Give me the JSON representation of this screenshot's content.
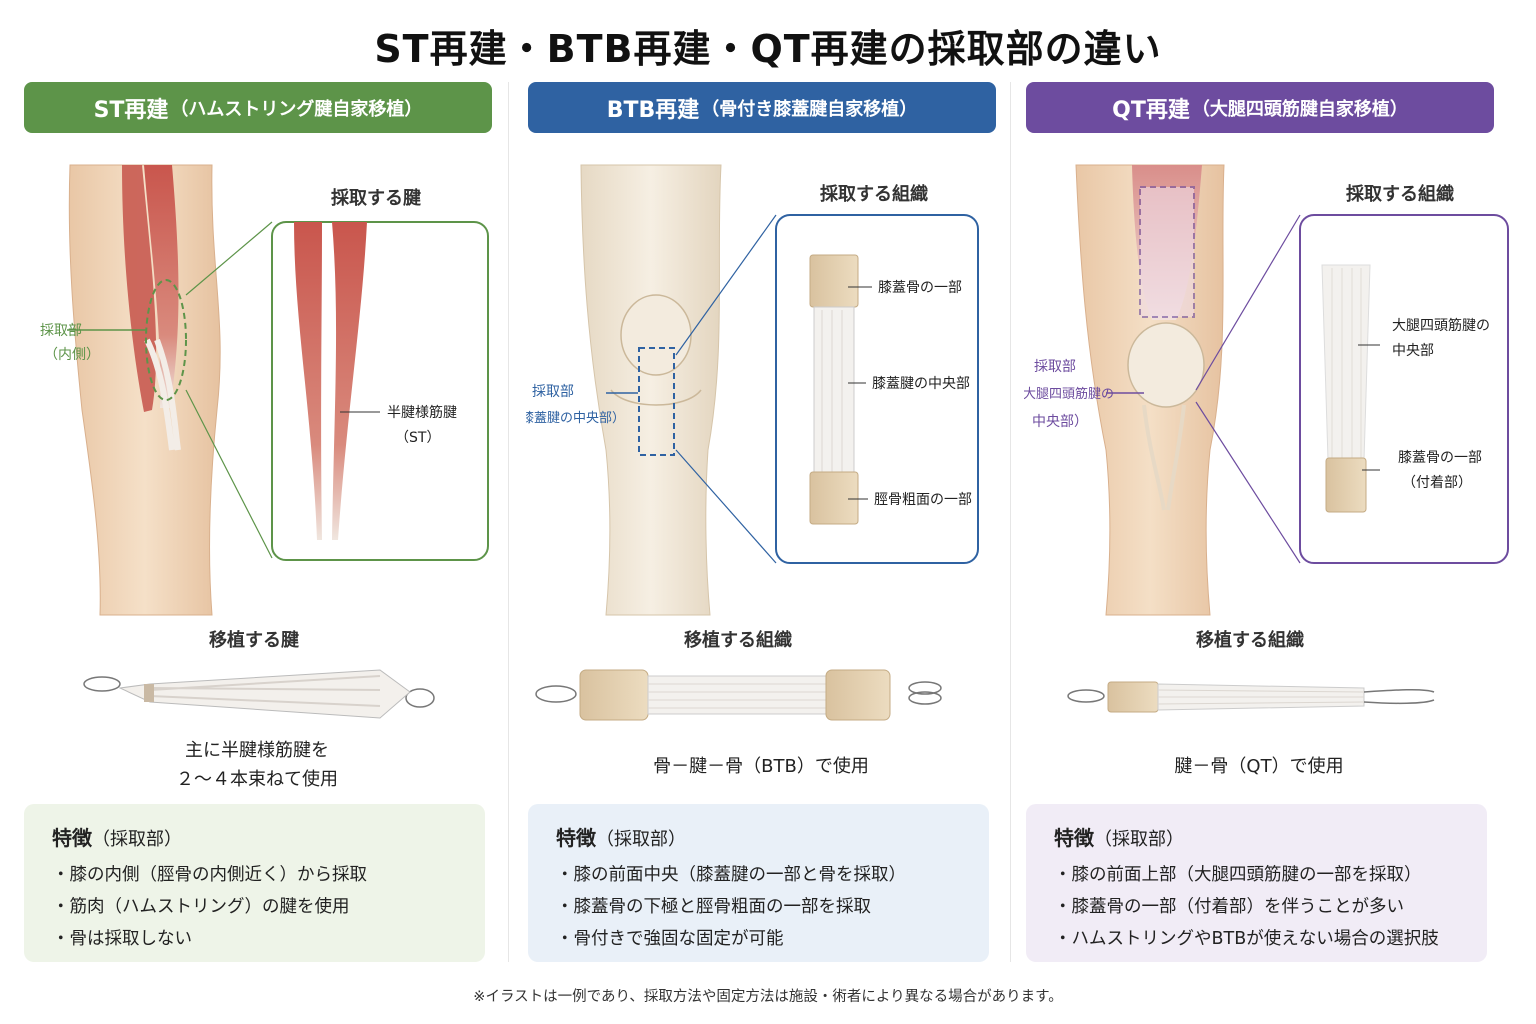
{
  "title": "ST再建・BTB再建・QT再建の採取部の違い",
  "columns": [
    {
      "header_main": "ST再建",
      "header_sub": "（ハムストリング腱自家移植）",
      "color": "#5d9449",
      "harvest_site_label": [
        "採取部",
        "（内側）"
      ],
      "inset_title": "採取する腱",
      "inset_labels": [
        "半腱様筋腱",
        "（ST）"
      ],
      "graft_title": "移植する腱",
      "graft_caption": [
        "主に半腱様筋腱を",
        "２〜４本束ねて使用"
      ],
      "features_title": "特徴",
      "features_sub": "（採取部）",
      "features": [
        "・膝の内側（脛骨の内側近く）から採取",
        "・筋肉（ハムストリング）の腱を使用",
        "・骨は採取しない"
      ]
    },
    {
      "header_main": "BTB再建",
      "header_sub": "（骨付き膝蓋腱自家移植）",
      "color": "#2f62a2",
      "harvest_site_label": [
        "採取部",
        "（膝蓋腱の中央部）"
      ],
      "inset_title": "採取する組織",
      "inset_labels": [
        "膝蓋骨の一部",
        "膝蓋腱の中央部",
        "脛骨粗面の一部"
      ],
      "graft_title": "移植する組織",
      "graft_caption": [
        "骨－腱－骨（BTB）で使用"
      ],
      "features_title": "特徴",
      "features_sub": "（採取部）",
      "features": [
        "・膝の前面中央（膝蓋腱の一部と骨を採取）",
        "・膝蓋骨の下極と脛骨粗面の一部を採取",
        "・骨付きで強固な固定が可能"
      ]
    },
    {
      "header_main": "QT再建",
      "header_sub": "（大腿四頭筋腱自家移植）",
      "color": "#6d4c9f",
      "harvest_site_label": [
        "採取部",
        "（大腿四頭筋腱の",
        "中央部）"
      ],
      "inset_title": "採取する組織",
      "inset_labels": [
        "大腿四頭筋腱の",
        "中央部",
        "膝蓋骨の一部",
        "（付着部）"
      ],
      "graft_title": "移植する組織",
      "graft_caption": [
        "腱－骨（QT）で使用"
      ],
      "features_title": "特徴",
      "features_sub": "（採取部）",
      "features": [
        "・膝の前面上部（大腿四頭筋腱の一部を採取）",
        "・膝蓋骨の一部（付着部）を伴うことが多い",
        "・ハムストリングやBTBが使えない場合の選択肢"
      ]
    }
  ],
  "footnote": "※イラストは一例であり、採取方法や固定方法は施設・術者により異なる場合があります。"
}
